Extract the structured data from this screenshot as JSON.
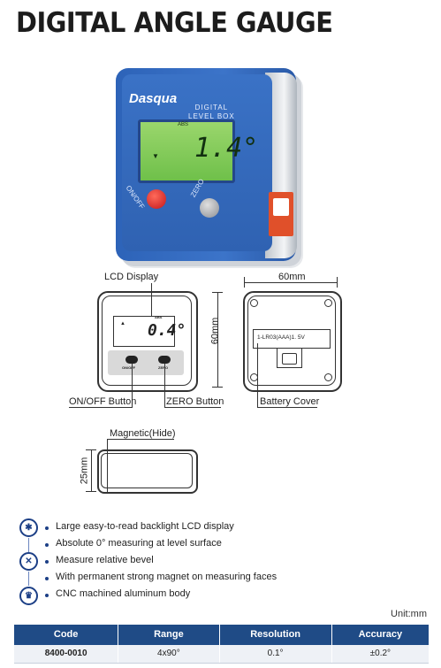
{
  "title": "DIGITAL ANGLE GAUGE",
  "product": {
    "brand": "Dasqua",
    "model_label_line1": "DIGITAL",
    "model_label_line2": "LEVEL BOX",
    "lcd_abs": "ABS",
    "lcd_value": "1.4°",
    "onoff_label": "ON/OFF",
    "zero_label": "ZERO"
  },
  "drawings": {
    "lcd_display_label": "LCD Display",
    "onoff_button_label": "ON/OFF Button",
    "zero_button_label": "ZERO Button",
    "battery_cover_label": "Battery Cover",
    "magnetic_label": "Magnetic(Hide)",
    "width_dim": "60mm",
    "height_dim": "60mm",
    "depth_dim": "25mm",
    "front_abs": "ABS",
    "front_value": "0.4°",
    "front_onoff": "ON/OFF",
    "front_zero": "ZERO",
    "battery_text": "1-LR03(AAA)1. 5V"
  },
  "features": [
    "Large easy-to-read backlight LCD display",
    "Absolute 0° measuring at level surface",
    "Measure relative bevel",
    "With permanent strong magnet on measuring faces",
    "CNC machined aluminum body"
  ],
  "unit": "Unit:mm",
  "table": {
    "headers": [
      "Code",
      "Range",
      "Resolution",
      "Accuracy"
    ],
    "row": [
      "8400-0010",
      "4x90°",
      "0.1°",
      "±0.2°"
    ]
  },
  "colors": {
    "accent": "#1f4b86",
    "device_blue": "#3368b8",
    "lcd_green": "#86cc5c",
    "button_red": "#d81e1e"
  }
}
